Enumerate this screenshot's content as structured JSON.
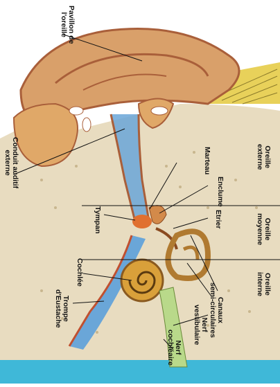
{
  "labels": {
    "pavillon": "Pavillon de\nl'oreille",
    "conduit": "Conduit auditif\nexterne",
    "marteau": "Marteau",
    "enclume": "Enclume",
    "etrier": "Etrier",
    "tympan": "Tympan",
    "cochlee": "Cochlée",
    "trompe": "Trompe\nd'Eustache",
    "canaux": "Canaux\nsemi-circulaires",
    "nerf_vestibulaire": "Nerf\nvestibulaire",
    "nerf_cochleaire": "Nerf\ncochléaire",
    "oreille_externe": "Oreille\nexterne",
    "oreille_moyenne": "Oreille\nmoyenne",
    "oreille_interne": "Oreille\ninterne"
  },
  "colors": {
    "skin": "#d9a06a",
    "skin_dark": "#a95f3a",
    "bone": "#e8dcc0",
    "canal_blue": "#6aa6d8",
    "cochlea": "#d9a03a",
    "bottom_band": "#3fb8d8",
    "nerve": "#b9d98a",
    "tympan": "#e07030"
  }
}
